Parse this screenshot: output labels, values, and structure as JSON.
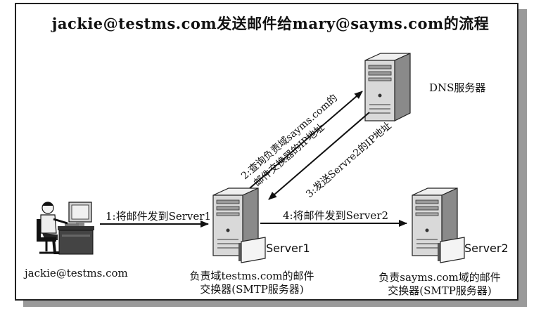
{
  "title": "jackie@testms.com发送邮件给mary@sayms.com的流程",
  "nodes": {
    "sender": {
      "label": "jackie@testms.com",
      "icon": "user-at-computer-icon"
    },
    "dns": {
      "label": "DNS服务器",
      "icon": "server-icon"
    },
    "server1": {
      "name": "Server1",
      "desc_line1": "负责域testms.com的邮件",
      "desc_line2": "交换器(SMTP服务器)",
      "icon": "server-icon"
    },
    "server2": {
      "name": "Server2",
      "desc_line1": "负责sayms.com域的邮件",
      "desc_line2": "交换器(SMTP服务器)",
      "icon": "server-icon"
    }
  },
  "edges": {
    "step1": "1:将邮件发到Server1",
    "step2_line1": "2:查询负责域sayms.com的",
    "step2_line2": "邮件交换器的IP地址",
    "step3": "3:发送Servre2的IP地址",
    "step4": "4:将邮件发到Server2"
  },
  "colors": {
    "line": "#111111",
    "server_body": "#d9d9d9",
    "server_dark": "#8a8a8a",
    "shadow": "#9a9a9a"
  }
}
